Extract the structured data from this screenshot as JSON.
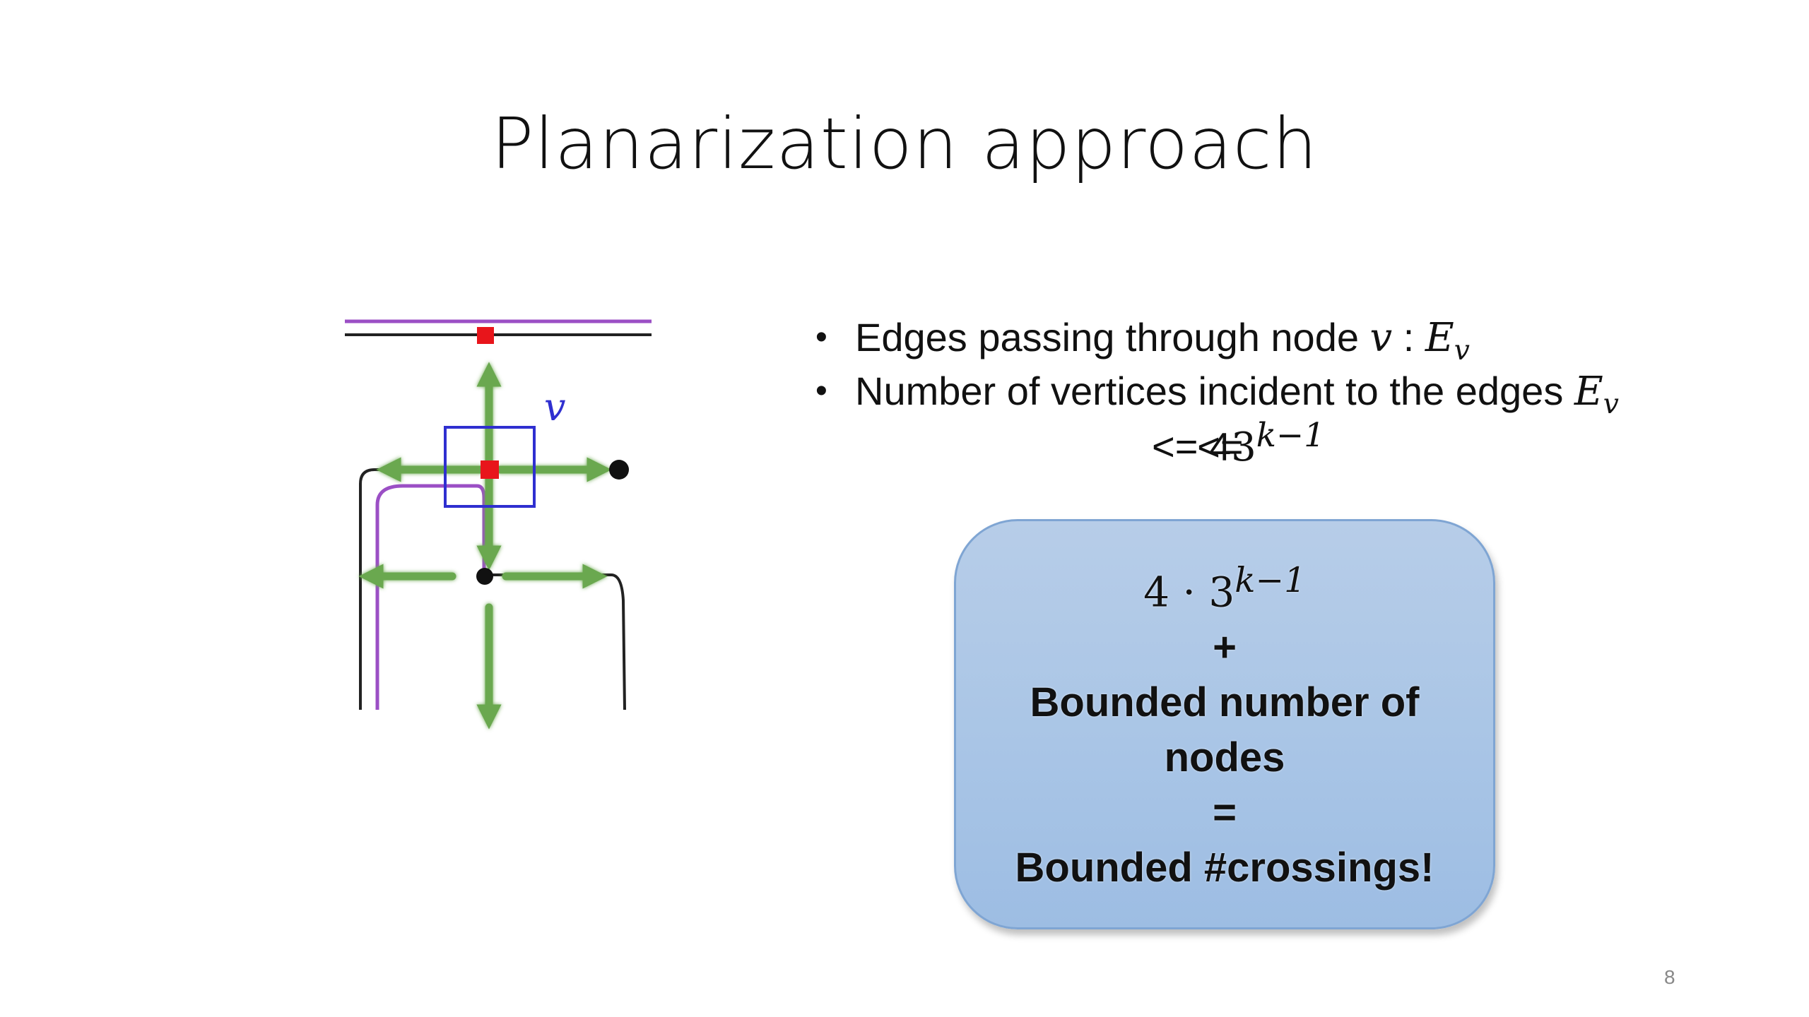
{
  "slide": {
    "title": "Planarization approach",
    "page_number": "8"
  },
  "diagram": {
    "node_label": "v",
    "colors": {
      "purple_edge": "#9b4fc5",
      "black_edge": "#222222",
      "arrow_green": "#6aa84f",
      "node_box_blue": "#2f2fd0",
      "crossing_red": "#e8151b"
    }
  },
  "bullets": [
    {
      "text": "Edges passing through node ",
      "math_var": "v",
      "math_sep": " : ",
      "math_sym": "E",
      "math_sub": "v"
    },
    {
      "text": "Number of vertices incident to the edges ",
      "math_sym": "E",
      "math_sub": "v"
    }
  ],
  "bound": {
    "prefix": "<= 4",
    "overwritten": "<=",
    "base": "3",
    "exponent": "k−1"
  },
  "summary_box": {
    "expr_coeff": "4 · 3",
    "expr_exponent": "k−1",
    "plus": "+",
    "line1": "Bounded number of",
    "line2": "nodes",
    "equals": "=",
    "line3": "Bounded #crossings!"
  }
}
